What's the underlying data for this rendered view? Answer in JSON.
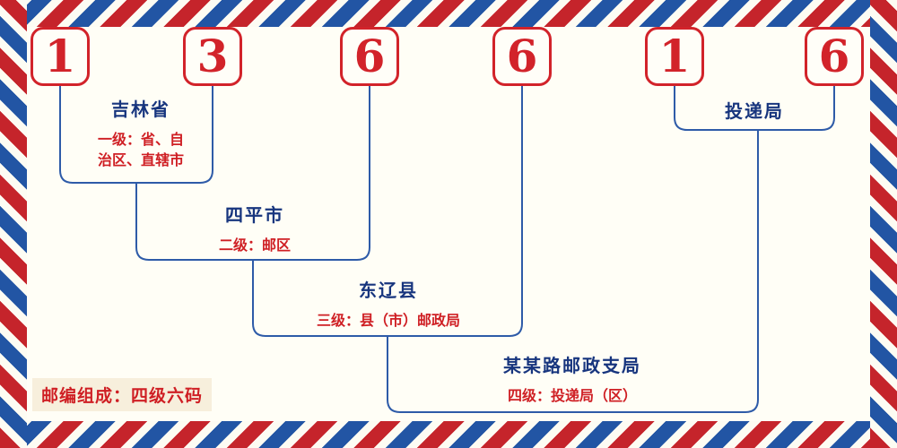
{
  "postal_code": {
    "value": "136616",
    "digits": [
      "1",
      "3",
      "6",
      "6",
      "1",
      "6"
    ]
  },
  "levels": [
    {
      "title": "吉林省",
      "desc": "一级：省、自治区、直辖市"
    },
    {
      "title": "四平市",
      "desc": "二级：邮区"
    },
    {
      "title": "东辽县",
      "desc": "三级：县（市）邮政局"
    },
    {
      "title": "某某路邮政支局",
      "desc": "四级：投递局（区）"
    }
  ],
  "delivery": {
    "title": "投递局"
  },
  "footer": {
    "text": "邮编组成：四级六码"
  },
  "colors": {
    "digit_red": "#d2232a",
    "title_blue": "#17357e",
    "desc_red": "#cf1f24",
    "line_blue": "#2e5ba8",
    "stripe_red": "#c5242b",
    "stripe_blue": "#2255a4"
  }
}
